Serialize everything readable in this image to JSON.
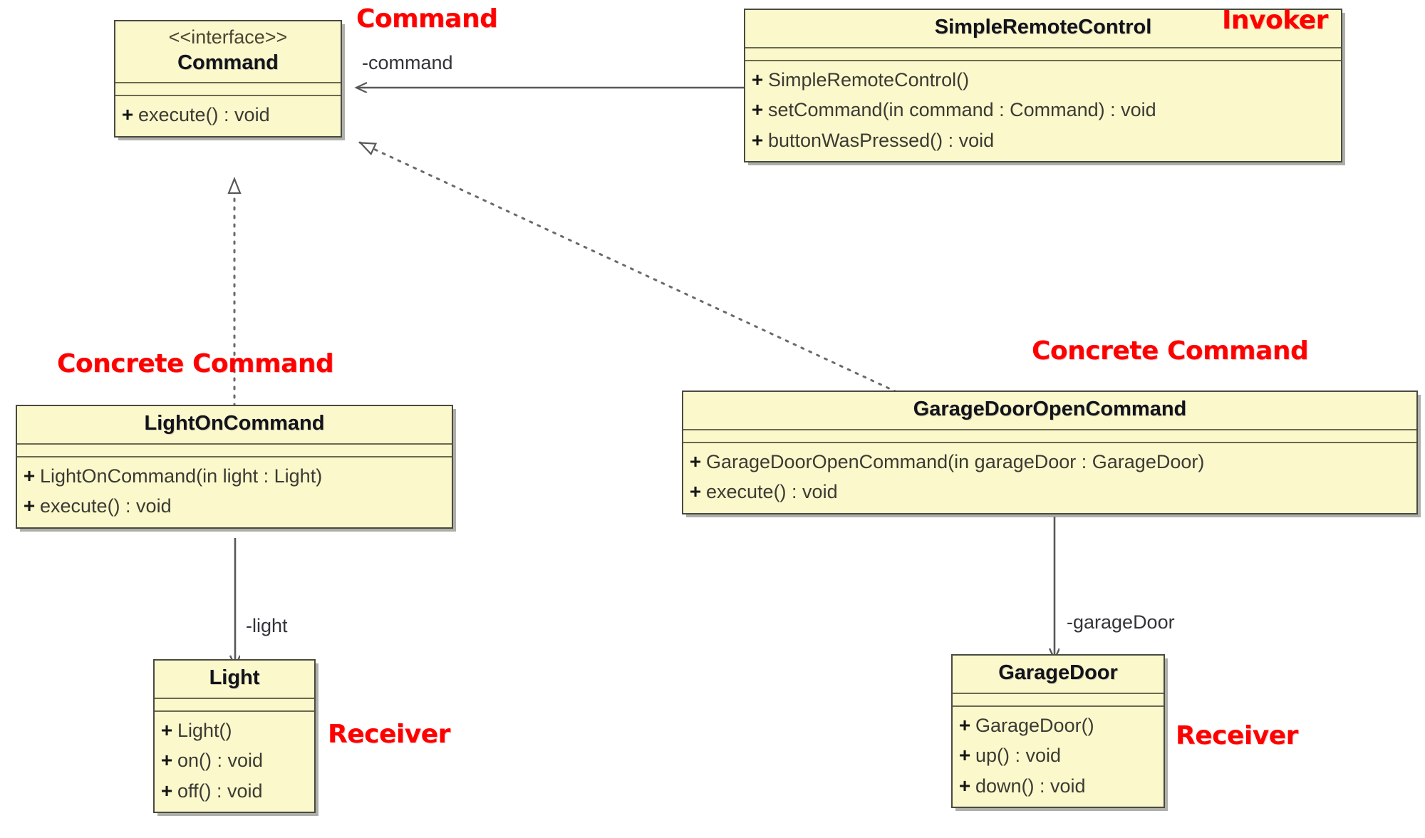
{
  "diagram": {
    "title": "Command Pattern UML Class Diagram",
    "type": "uml-class-diagram",
    "accent_color": "#fe0000",
    "box_fill": "#fbf8cc",
    "box_border": "#4a4a42"
  },
  "classes": {
    "command": {
      "stereotype": "<<interface>>",
      "name": "Command",
      "operations": [
        {
          "visibility": "+",
          "signature": "execute() : void"
        }
      ]
    },
    "simple_remote_control": {
      "stereotype": "",
      "name": "SimpleRemoteControl",
      "operations": [
        {
          "visibility": "+",
          "signature": "SimpleRemoteControl()"
        },
        {
          "visibility": "+",
          "signature": "setCommand(in command : Command) : void"
        },
        {
          "visibility": "+",
          "signature": "buttonWasPressed() : void"
        }
      ]
    },
    "light_on_command": {
      "stereotype": "",
      "name": "LightOnCommand",
      "operations": [
        {
          "visibility": "+",
          "signature": "LightOnCommand(in light : Light)"
        },
        {
          "visibility": "+",
          "signature": "execute() : void"
        }
      ]
    },
    "garage_door_open_command": {
      "stereotype": "",
      "name": "GarageDoorOpenCommand",
      "operations": [
        {
          "visibility": "+",
          "signature": "GarageDoorOpenCommand(in garageDoor : GarageDoor)"
        },
        {
          "visibility": "+",
          "signature": "execute() : void"
        }
      ]
    },
    "light": {
      "stereotype": "",
      "name": "Light",
      "operations": [
        {
          "visibility": "+",
          "signature": "Light()"
        },
        {
          "visibility": "+",
          "signature": "on() : void"
        },
        {
          "visibility": "+",
          "signature": "off() : void"
        }
      ]
    },
    "garage_door": {
      "stereotype": "",
      "name": "GarageDoor",
      "operations": [
        {
          "visibility": "+",
          "signature": "GarageDoor()"
        },
        {
          "visibility": "+",
          "signature": "up() : void"
        },
        {
          "visibility": "+",
          "signature": "down() : void"
        }
      ]
    }
  },
  "role_labels": {
    "command": "Command",
    "invoker": "Invoker",
    "concrete_command_left": "Concrete Command",
    "concrete_command_right": "Concrete Command",
    "receiver_left": "Receiver",
    "receiver_right": "Receiver"
  },
  "edge_labels": {
    "command_association": "-command",
    "light_association": "-light",
    "garage_door_association": "-garageDoor"
  }
}
